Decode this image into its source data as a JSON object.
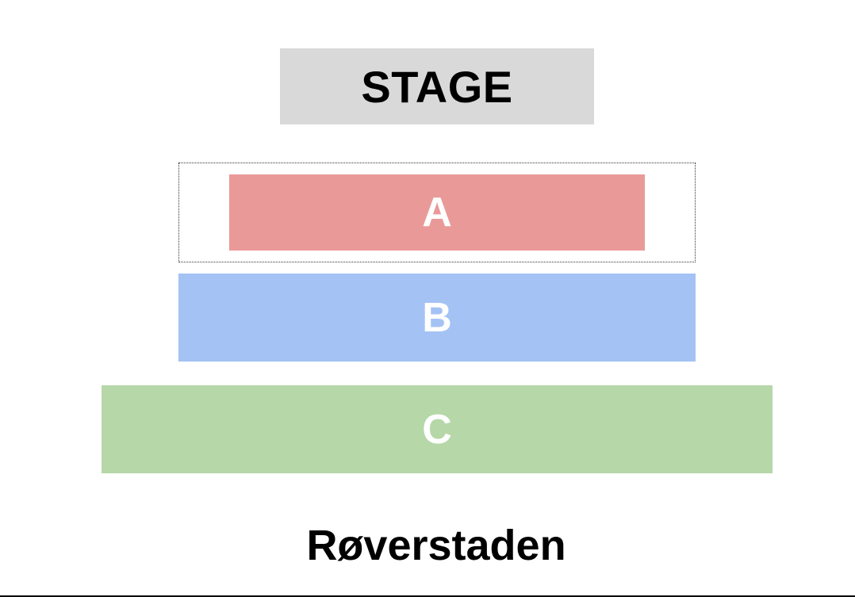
{
  "stage": {
    "label": "STAGE",
    "fill_color": "#d9d9d9",
    "text_color": "#000000"
  },
  "sections": [
    {
      "label": "A",
      "fill_color": "#ea9999",
      "text_color": "#ffffff",
      "highlighted": true
    },
    {
      "label": "B",
      "fill_color": "#a4c2f4",
      "text_color": "#ffffff",
      "highlighted": false
    },
    {
      "label": "C",
      "fill_color": "#b6d7a8",
      "text_color": "#ffffff",
      "highlighted": false
    }
  ],
  "venue_name": "Røverstaden"
}
